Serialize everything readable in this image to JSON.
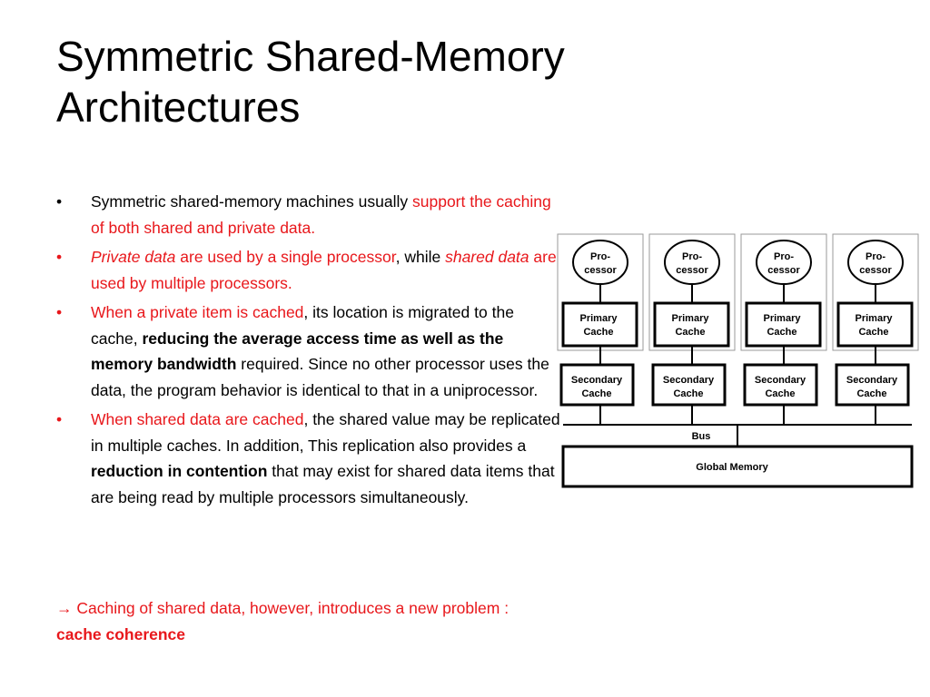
{
  "slide": {
    "title_line1": "Symmetric Shared-Memory",
    "title_line2": "Architectures"
  },
  "bullets": {
    "marker": "•",
    "b1": {
      "t1": "Symmetric shared-memory machines usually ",
      "t2": "support the caching of both shared and private data."
    },
    "b2": {
      "t1": "Private data",
      "t2": " are used by a single processor",
      "t3": ", while ",
      "t4": "shared data",
      "t5": " are used by multiple processors."
    },
    "b3": {
      "t1": "When a private item is cached",
      "t2": ", its location is migrated to the cache, ",
      "t3": "reducing the average access time as well as the memory bandwidth",
      "t4": " required. Since no other processor uses the data, the program behavior is identical to that in a uniprocessor."
    },
    "b4": {
      "t1": "When shared data are cached",
      "t2": ", the shared value may be replicated in multiple caches. In addition, This replication also provides a ",
      "t3": "reduction in contention",
      "t4": " that may exist for shared data items that are being read by multiple processors simultaneously."
    }
  },
  "conclusion": {
    "arrow": "→",
    "t1": " Caching of shared data, however, introduces a new problem : ",
    "t2": "cache coherence"
  },
  "diagram": {
    "processor_line1": "Pro-",
    "processor_line2": "cessor",
    "primary_line1": "Primary",
    "primary_line2": "Cache",
    "secondary_line1": "Secondary",
    "secondary_line2": "Cache",
    "bus_label": "Bus",
    "memory_label": "Global Memory"
  },
  "colors": {
    "accent_red": "#e8171b",
    "text": "#000000"
  }
}
